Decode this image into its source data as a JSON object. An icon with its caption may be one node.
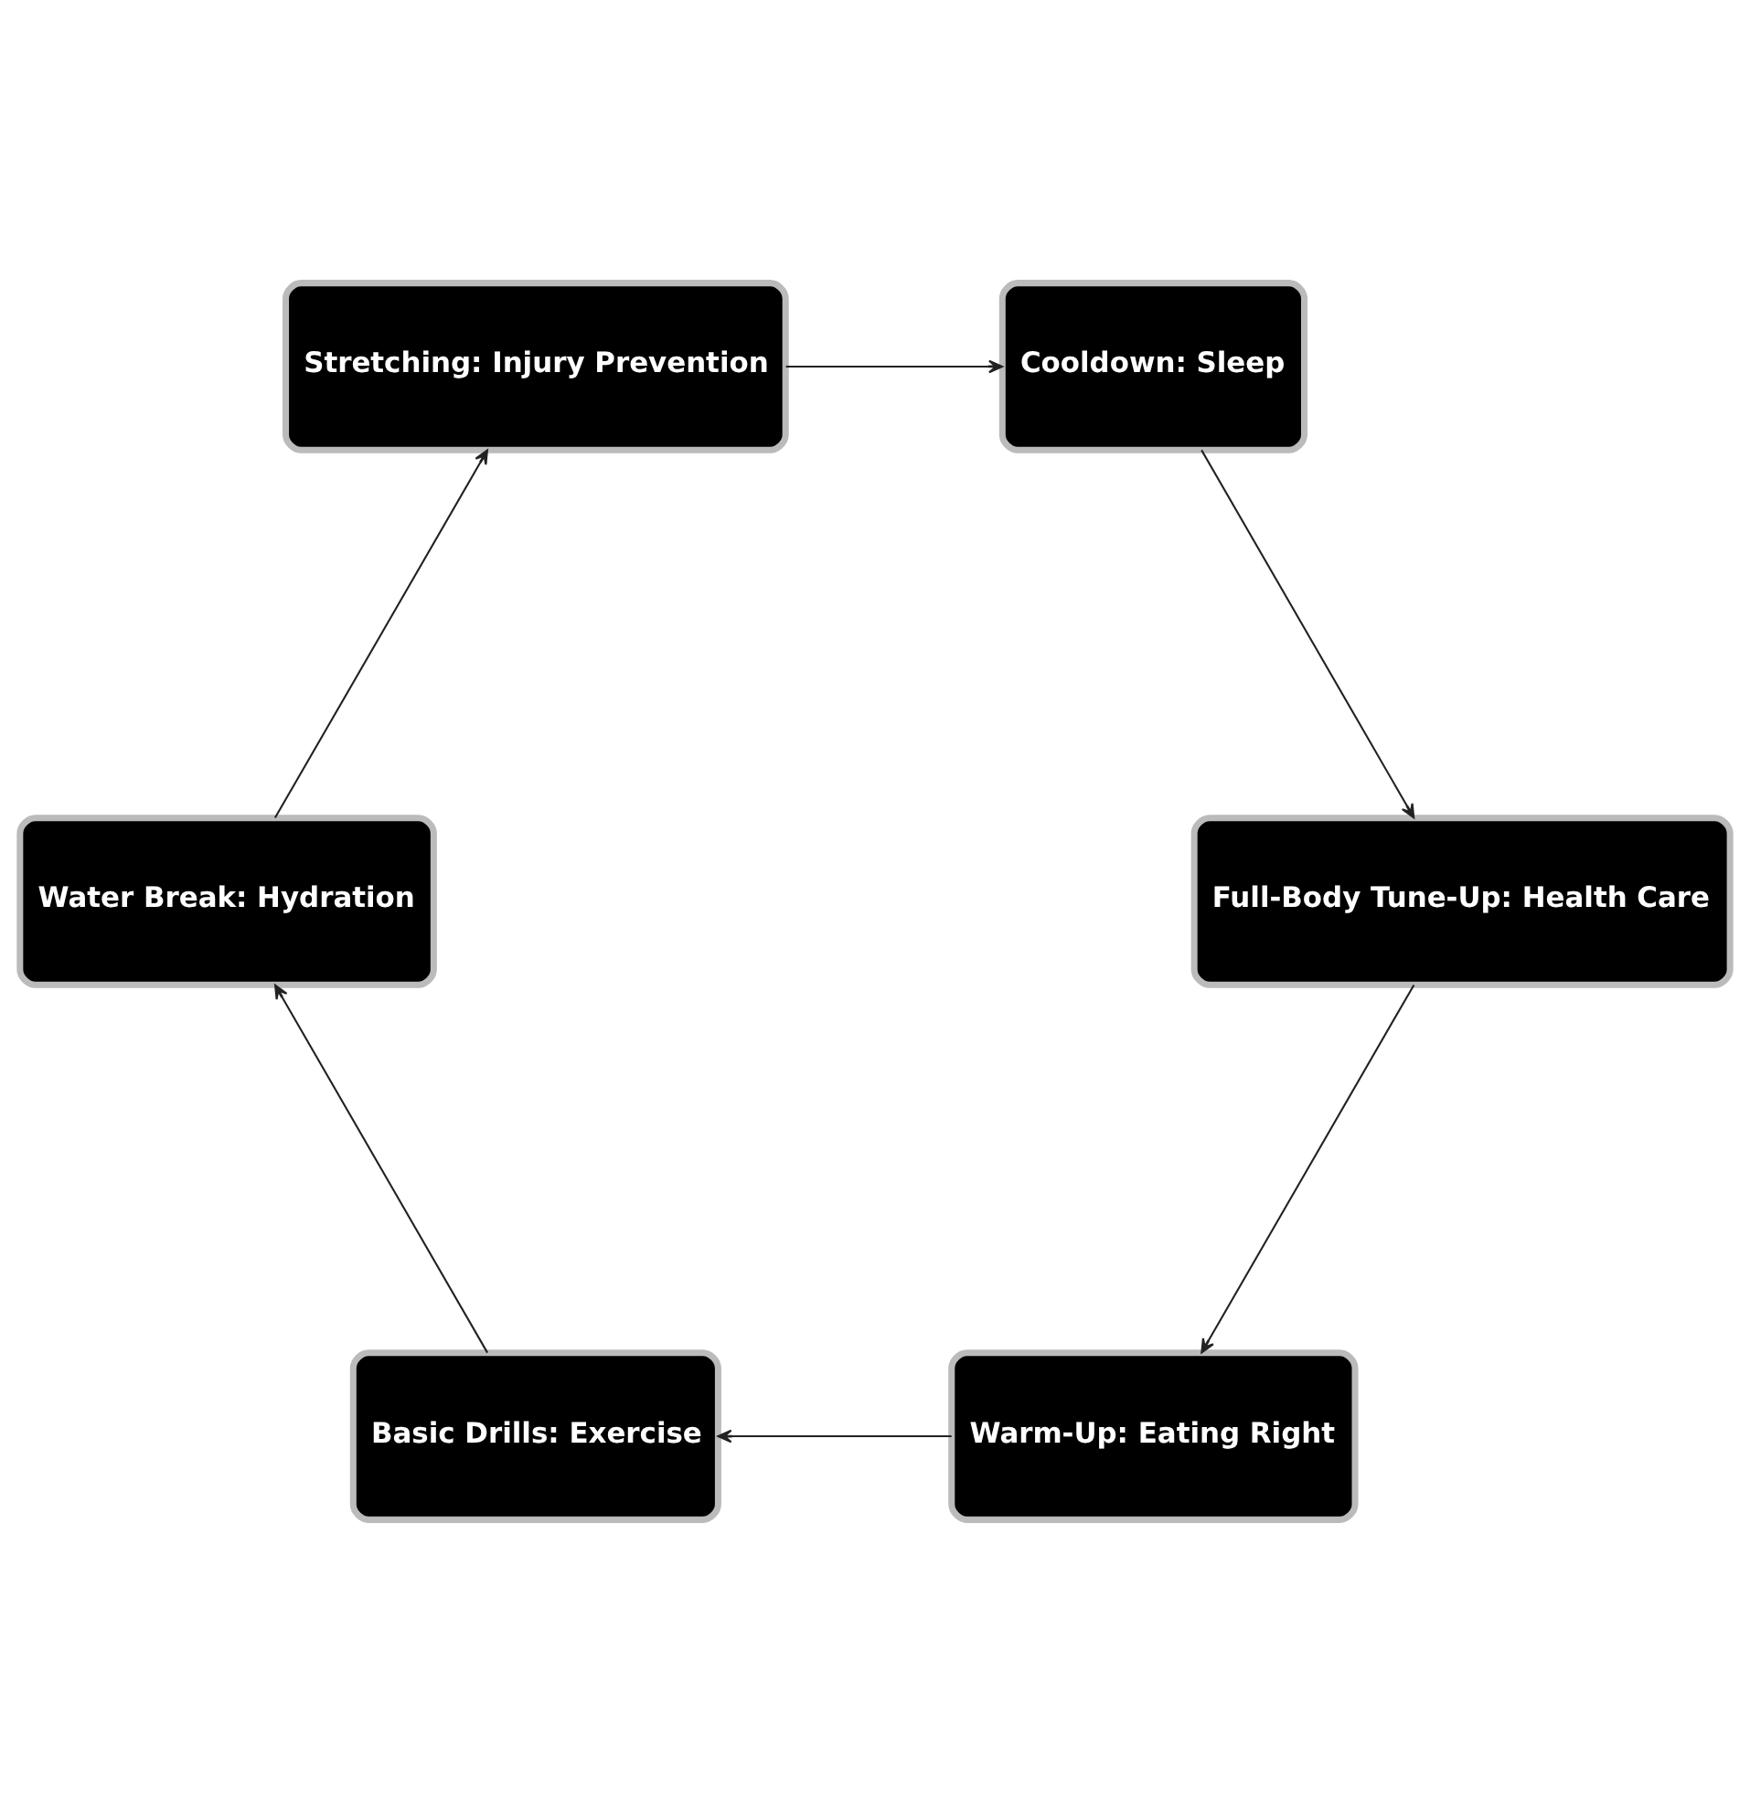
{
  "diagram": {
    "nodes": [
      {
        "text": [
          "Warm-Up: Eating Right"
        ]
      },
      {
        "text": [
          "Full-Body Tune-Up: Health Care"
        ]
      },
      {
        "text": [
          "Basic Drills: Exercise"
        ]
      },
      {
        "text": [
          "Cooldown: Sleep"
        ]
      },
      {
        "text": [
          "Water Break: Hydration"
        ]
      },
      {
        "text": [
          "Stretching: Injury Prevention"
        ]
      }
    ],
    "edges": [
      {
        "from": 0,
        "to": 2,
        "arrow": "to"
      },
      {
        "from": 2,
        "to": 4,
        "arrow": "to"
      },
      {
        "from": 4,
        "to": 5,
        "arrow": "to"
      },
      {
        "from": 5,
        "to": 3,
        "arrow": "to"
      },
      {
        "from": 3,
        "to": 1,
        "arrow": "to"
      },
      {
        "from": 1,
        "to": 0,
        "arrow": "to"
      }
    ]
  }
}
